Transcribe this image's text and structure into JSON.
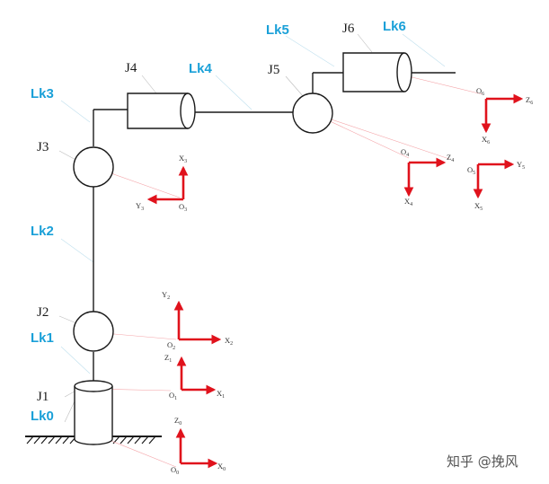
{
  "colors": {
    "structure": "#1a1a1a",
    "axis": "#e0121c",
    "link_label": "#1aa0d8",
    "leader_line": "#f4a4a8",
    "watermark": "#555555"
  },
  "joints": [
    {
      "id": "J1",
      "label": "J1"
    },
    {
      "id": "J2",
      "label": "J2"
    },
    {
      "id": "J3",
      "label": "J3"
    },
    {
      "id": "J4",
      "label": "J4"
    },
    {
      "id": "J5",
      "label": "J5"
    },
    {
      "id": "J6",
      "label": "J6"
    }
  ],
  "links": [
    {
      "id": "Lk0",
      "label": "Lk0"
    },
    {
      "id": "Lk1",
      "label": "Lk1"
    },
    {
      "id": "Lk2",
      "label": "Lk2"
    },
    {
      "id": "Lk3",
      "label": "Lk3"
    },
    {
      "id": "Lk4",
      "label": "Lk4"
    },
    {
      "id": "Lk5",
      "label": "Lk5"
    },
    {
      "id": "Lk6",
      "label": "Lk6"
    }
  ],
  "frames": [
    {
      "origin": "O",
      "origin_sub": "0",
      "axis_a": "X",
      "axis_a_sub": "0",
      "axis_b": "Z",
      "axis_b_sub": "0"
    },
    {
      "origin": "O",
      "origin_sub": "1",
      "axis_a": "X",
      "axis_a_sub": "1",
      "axis_b": "Z",
      "axis_b_sub": "1"
    },
    {
      "origin": "O",
      "origin_sub": "2",
      "axis_a": "X",
      "axis_a_sub": "2",
      "axis_b": "Y",
      "axis_b_sub": "2"
    },
    {
      "origin": "O",
      "origin_sub": "3",
      "axis_a": "Y",
      "axis_a_sub": "3",
      "axis_b": "X",
      "axis_b_sub": "3"
    },
    {
      "origin": "O",
      "origin_sub": "4",
      "axis_a": "Z",
      "axis_a_sub": "4",
      "axis_b": "X",
      "axis_b_sub": "4"
    },
    {
      "origin": "O",
      "origin_sub": "5",
      "axis_a": "Y",
      "axis_a_sub": "5",
      "axis_b": "X",
      "axis_b_sub": "5"
    },
    {
      "origin": "O",
      "origin_sub": "6",
      "axis_a": "Z",
      "axis_a_sub": "6",
      "axis_b": "X",
      "axis_b_sub": "6"
    }
  ],
  "watermark": "知乎 @挽风"
}
